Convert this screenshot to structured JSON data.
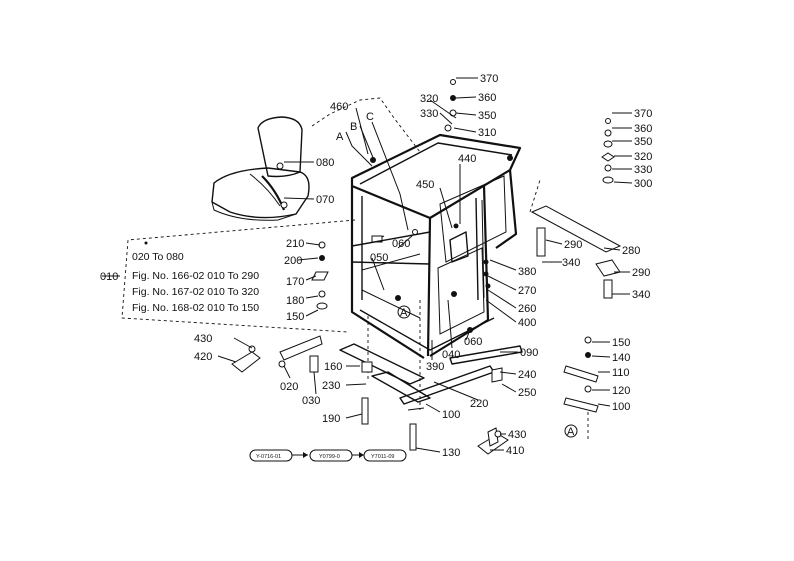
{
  "callouts": [
    {
      "id": "c370a",
      "text": "370"
    },
    {
      "id": "c360a",
      "text": "360"
    },
    {
      "id": "c350a",
      "text": "350"
    },
    {
      "id": "c320a",
      "text": "320"
    },
    {
      "id": "c330a",
      "text": "330"
    },
    {
      "id": "c310",
      "text": "310"
    },
    {
      "id": "c460",
      "text": "460"
    },
    {
      "id": "cA",
      "text": "A"
    },
    {
      "id": "cB",
      "text": "B"
    },
    {
      "id": "cC",
      "text": "C"
    },
    {
      "id": "c080",
      "text": "080"
    },
    {
      "id": "c070",
      "text": "070"
    },
    {
      "id": "c440",
      "text": "440"
    },
    {
      "id": "c450",
      "text": "450"
    },
    {
      "id": "c060a",
      "text": "060"
    },
    {
      "id": "c050",
      "text": "050"
    },
    {
      "id": "c210",
      "text": "210"
    },
    {
      "id": "c200",
      "text": "200"
    },
    {
      "id": "c170",
      "text": "170"
    },
    {
      "id": "c180",
      "text": "180"
    },
    {
      "id": "c150a",
      "text": "150"
    },
    {
      "id": "c010",
      "text": "010"
    },
    {
      "id": "c370b",
      "text": "370"
    },
    {
      "id": "c360b",
      "text": "360"
    },
    {
      "id": "c350b",
      "text": "350"
    },
    {
      "id": "c320b",
      "text": "320"
    },
    {
      "id": "c330b",
      "text": "330"
    },
    {
      "id": "c300",
      "text": "300"
    },
    {
      "id": "c290a",
      "text": "290"
    },
    {
      "id": "c280",
      "text": "280"
    },
    {
      "id": "c340a",
      "text": "340"
    },
    {
      "id": "c290b",
      "text": "290"
    },
    {
      "id": "c340b",
      "text": "340"
    },
    {
      "id": "c380",
      "text": "380"
    },
    {
      "id": "c270",
      "text": "270"
    },
    {
      "id": "c260",
      "text": "260"
    },
    {
      "id": "c400",
      "text": "400"
    },
    {
      "id": "c060b",
      "text": "060"
    },
    {
      "id": "c040",
      "text": "040"
    },
    {
      "id": "c390",
      "text": "390"
    },
    {
      "id": "c090",
      "text": "090"
    },
    {
      "id": "c240",
      "text": "240"
    },
    {
      "id": "c250",
      "text": "250"
    },
    {
      "id": "c220",
      "text": "220"
    },
    {
      "id": "c100a",
      "text": "100"
    },
    {
      "id": "c430a",
      "text": "430"
    },
    {
      "id": "c420",
      "text": "420"
    },
    {
      "id": "c020",
      "text": "020"
    },
    {
      "id": "c030",
      "text": "030"
    },
    {
      "id": "c160",
      "text": "160"
    },
    {
      "id": "c230",
      "text": "230"
    },
    {
      "id": "c190",
      "text": "190"
    },
    {
      "id": "c130",
      "text": "130"
    },
    {
      "id": "c430b",
      "text": "430"
    },
    {
      "id": "c410",
      "text": "410"
    },
    {
      "id": "c150b",
      "text": "150"
    },
    {
      "id": "c140",
      "text": "140"
    },
    {
      "id": "c110",
      "text": "110"
    },
    {
      "id": "c120",
      "text": "120"
    },
    {
      "id": "c100b",
      "text": "100"
    },
    {
      "id": "cAcircle1",
      "text": "A"
    },
    {
      "id": "cAcircle2",
      "text": "A"
    }
  ],
  "reference_note": [
    "020 To 080",
    "Fig. No. 166-02 010 To 290",
    "Fig. No. 167-02 010 To 320",
    "Fig. No. 168-02 010 To 150"
  ],
  "serial_codes": [
    "Y-0716-01",
    "Y0799-0",
    "Y7011-09"
  ]
}
